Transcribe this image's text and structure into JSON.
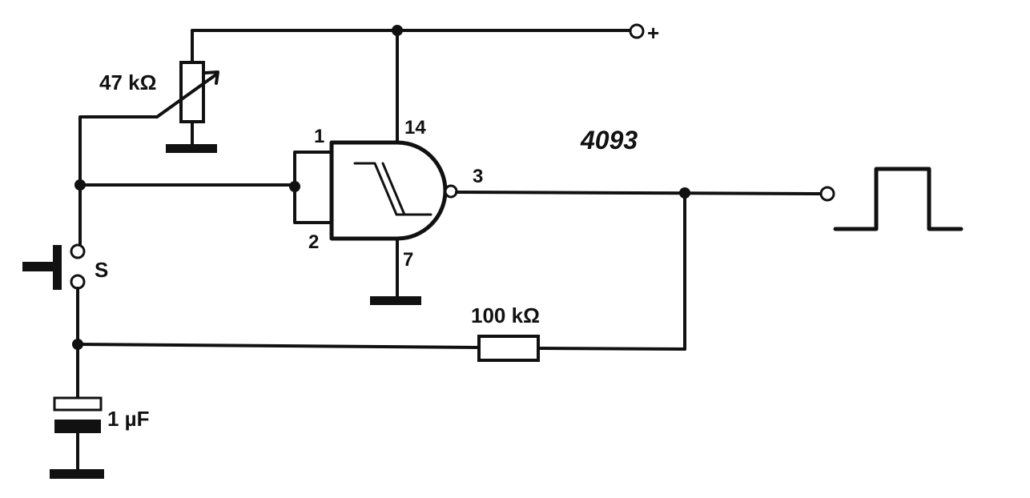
{
  "labels": {
    "supply": "+",
    "potentiometer": "47 kΩ",
    "pin_vdd": "14",
    "ic_part": "4093",
    "pin_in1": "1",
    "pin_in2": "2",
    "pin_out": "3",
    "pin_gnd": "7",
    "switch": "S",
    "resistor": "100 kΩ",
    "capacitor": "1 µF"
  },
  "colors": {
    "ink": "#111111",
    "paper": "#ffffff"
  }
}
